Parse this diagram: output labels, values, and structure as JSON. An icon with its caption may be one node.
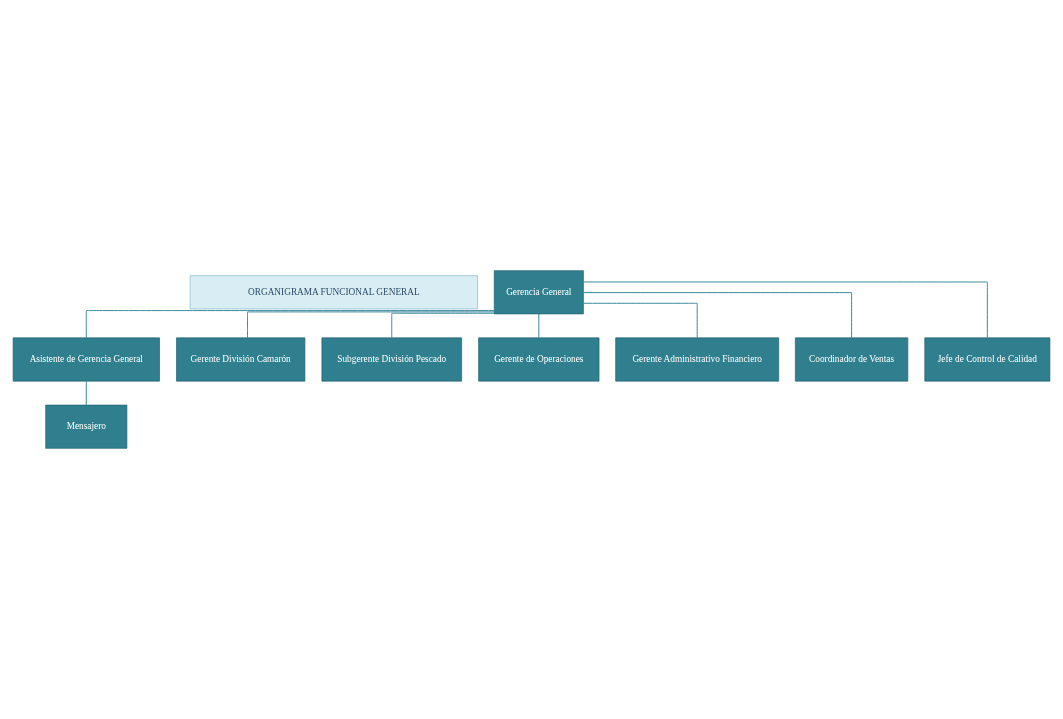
{
  "diagram": {
    "nodes": [
      {
        "text": [
          "ORGANIGRAMA FUNCIONAL GENERAL"
        ]
      },
      {
        "text": [
          "Gerencia General"
        ]
      },
      {
        "text": [
          "Asistente de Gerencia General"
        ]
      },
      {
        "text": [
          "Mensajero"
        ]
      },
      {
        "text": [
          "Gerente División Camarón"
        ]
      },
      {
        "text": [
          "Subgerente División Pescado"
        ]
      },
      {
        "text": [
          "Gerente de Operaciones"
        ]
      },
      {
        "text": [
          "Gerente Administrativo Financiero"
        ]
      },
      {
        "text": [
          "Coordinador de Ventas"
        ]
      },
      {
        "text": [
          "Jefe de Control de Calidad"
        ]
      }
    ],
    "edges": [
      {
        "from": 1,
        "to": 2,
        "arrow": "none"
      },
      {
        "from": 2,
        "to": 3,
        "arrow": "none"
      },
      {
        "from": 1,
        "to": 4,
        "arrow": "none"
      },
      {
        "from": 1,
        "to": 5,
        "arrow": "none"
      },
      {
        "from": 1,
        "to": 6,
        "arrow": "none"
      },
      {
        "from": 1,
        "to": 7,
        "arrow": "none"
      },
      {
        "from": 1,
        "to": 8,
        "arrow": "none"
      },
      {
        "from": 1,
        "to": 9,
        "arrow": "none"
      }
    ]
  }
}
